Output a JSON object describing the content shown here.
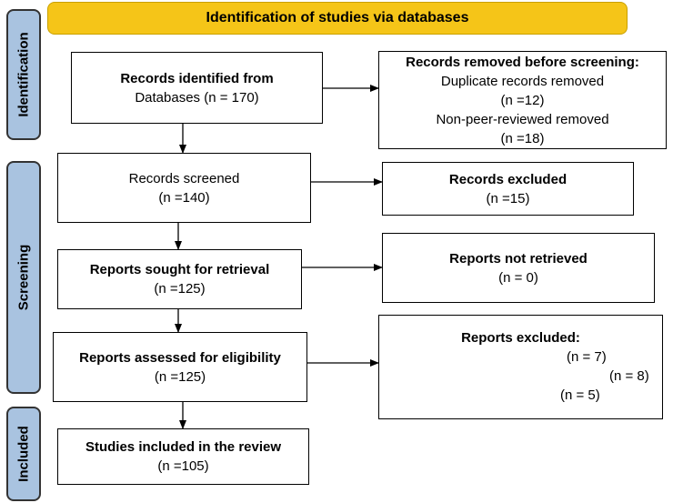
{
  "banner": "Identification of studies via databases",
  "stages": {
    "identification": "Identification",
    "screening": "Screening",
    "included": "Included"
  },
  "boxes": {
    "identified": {
      "title": "Records identified from",
      "line": "Databases (n = 170)"
    },
    "removed": {
      "title": "Records removed before screening:",
      "dup_label": "Duplicate records removed",
      "dup_count": "(n =12)",
      "nonpeer_label": "Non-peer-reviewed removed",
      "nonpeer_count": "(n =18)"
    },
    "screened": {
      "title": "Records screened",
      "count": "(n =140)"
    },
    "excluded": {
      "title": "Records excluded",
      "count": "(n =15)"
    },
    "sought": {
      "title": "Reports sought for retrieval",
      "count": "(n =125)"
    },
    "not_retrieved": {
      "title": "Reports not retrieved",
      "count": "(n = 0)"
    },
    "assessed": {
      "title": "Reports assessed for eligibility",
      "count": "(n =125)"
    },
    "reports_excluded": {
      "title": "Reports excluded:",
      "c1": "(n = 7)",
      "c2": "(n = 8)",
      "c3": "(n = 5)"
    },
    "included": {
      "title": "Studies included in the review",
      "count": "(n =105)"
    }
  }
}
